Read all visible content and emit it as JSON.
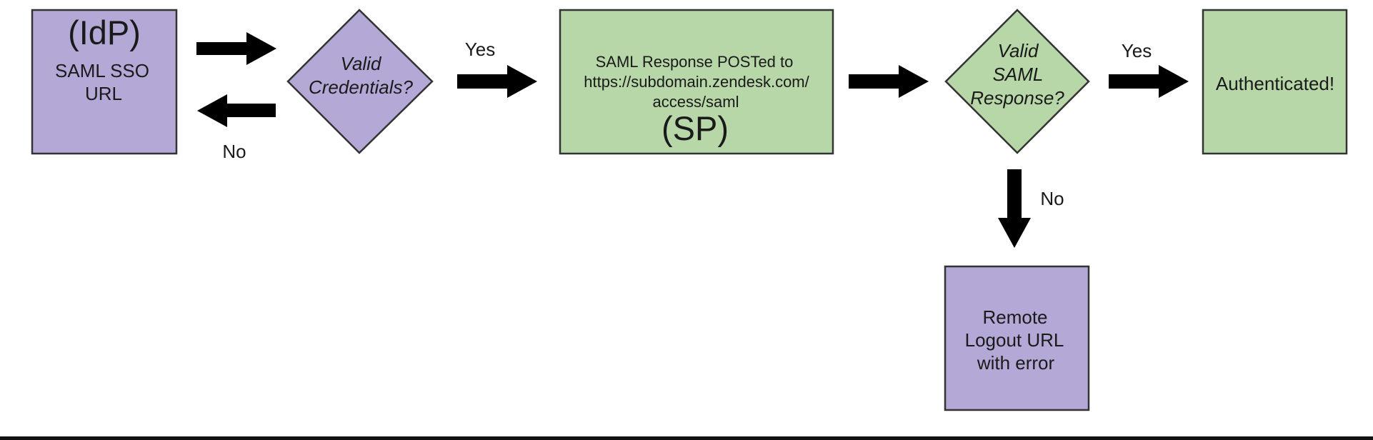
{
  "colors": {
    "idp_fill": "#b3a8d6",
    "sp_fill": "#b7d7a8",
    "stroke": "#333333",
    "arrow": "#000000",
    "text": "#1a1a1a",
    "bottom_rule": "#111111"
  },
  "nodes": {
    "idp": {
      "heading": "(IdP)",
      "line1": "SAML SSO",
      "line2": "URL"
    },
    "valid_credentials": {
      "line1": "Valid",
      "line2": "Credentials?"
    },
    "sp": {
      "line1": "SAML Response POSTed to",
      "line2": "https://subdomain.zendesk.com/",
      "line3": "access/saml",
      "heading": "(SP)"
    },
    "valid_saml_response": {
      "line1": "Valid",
      "line2": "SAML",
      "line3": "Response?"
    },
    "authenticated": {
      "label": "Authenticated!"
    },
    "remote_logout": {
      "line1": "Remote",
      "line2": "Logout URL",
      "line3": "with error"
    }
  },
  "edges": {
    "credentials_no": "No",
    "credentials_yes": "Yes",
    "saml_yes": "Yes",
    "saml_no": "No"
  }
}
